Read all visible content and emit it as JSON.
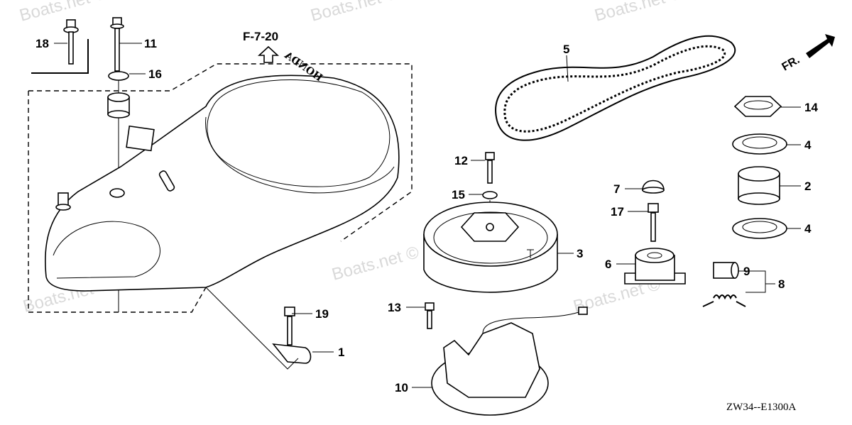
{
  "diagram": {
    "reference": "F-7-20",
    "front_marker": "FR.",
    "brand_on_cover": "HONDA",
    "drawing_code": "ZW34--E1300A",
    "watermark": "Boats.net ©",
    "callouts": {
      "c1": "1",
      "c2": "2",
      "c3": "3",
      "c4a": "4",
      "c4b": "4",
      "c5": "5",
      "c6": "6",
      "c7": "7",
      "c8": "8",
      "c9": "9",
      "c10": "10",
      "c11": "11",
      "c12": "12",
      "c13": "13",
      "c14": "14",
      "c15": "15",
      "c16": "16",
      "c17": "17",
      "c18": "18",
      "c19": "19"
    }
  }
}
